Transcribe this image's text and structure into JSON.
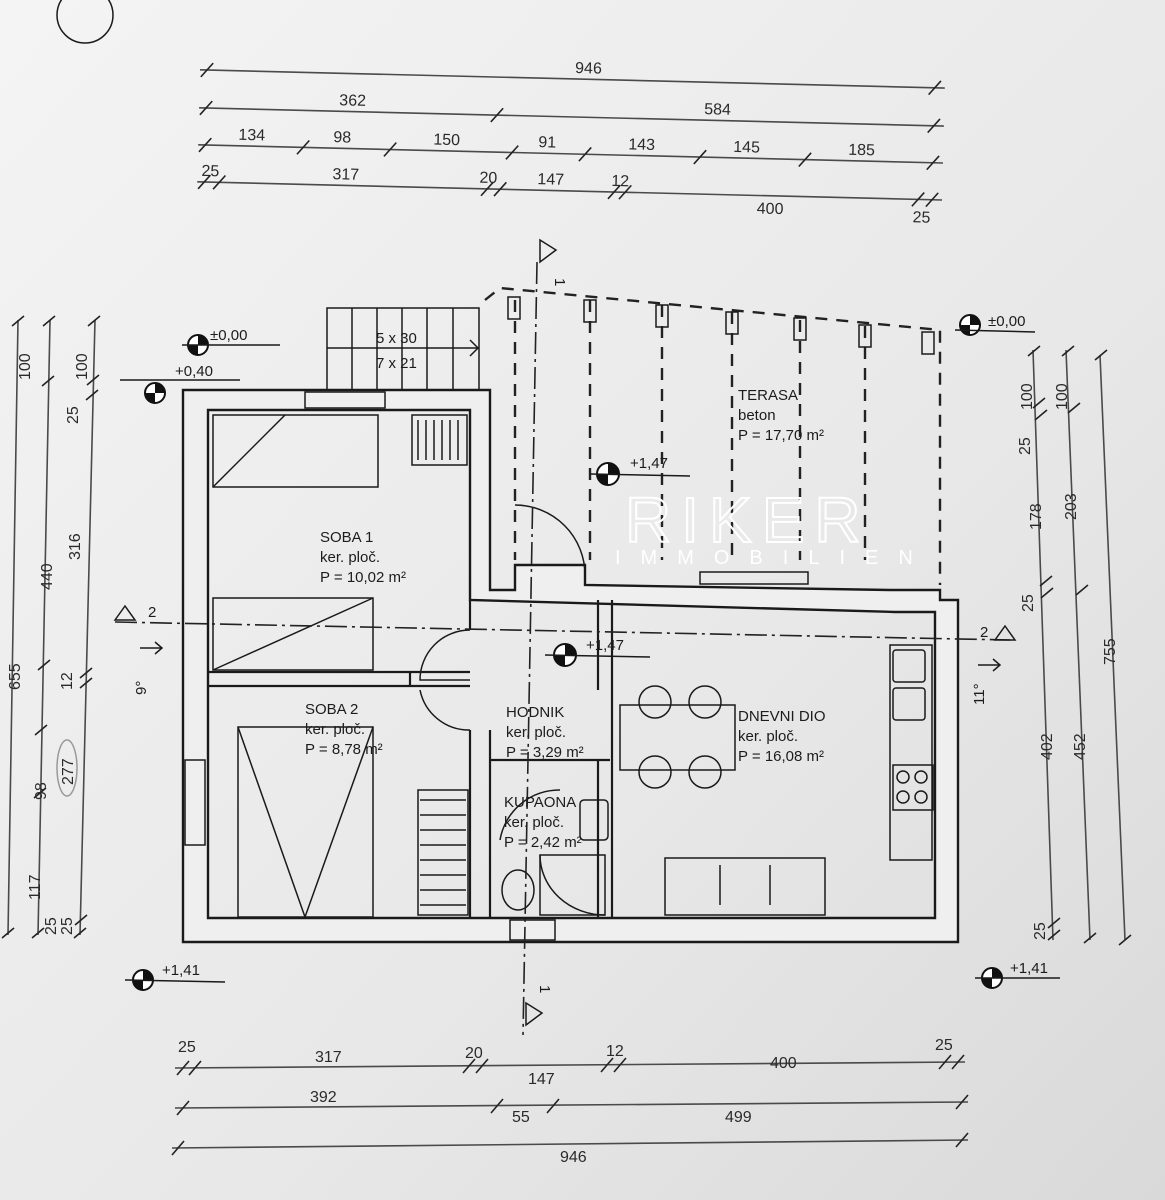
{
  "dimensions": {
    "top": {
      "overall": "946",
      "split": [
        "362",
        "584"
      ],
      "detail": [
        "134",
        "98",
        "150",
        "91",
        "143",
        "145",
        "185"
      ],
      "walls": [
        "25",
        "317",
        "20",
        "147",
        "12",
        "400",
        "25"
      ]
    },
    "bottom": {
      "walls": [
        "25",
        "317",
        "20",
        "147",
        "12",
        "400",
        "25"
      ],
      "split": [
        "392",
        "55",
        "499"
      ],
      "overall": "946"
    },
    "left": {
      "overall": "655",
      "chain_a": [
        "100",
        "440",
        "98",
        "117",
        "25"
      ],
      "chain_b": [
        "100",
        "25",
        "316",
        "12",
        "277",
        "25"
      ]
    },
    "right": {
      "chain_a": [
        "100",
        "25",
        "178",
        "25",
        "402",
        "25"
      ],
      "chain_b": [
        "100",
        "203",
        "452"
      ],
      "overall": "755"
    }
  },
  "levels": {
    "top_left": "±0,00",
    "top_right": "±0,00",
    "entry": "+0,40",
    "terrace": "+1,47",
    "hall": "+1,47",
    "bottom_left": "+1,41",
    "bottom_right": "+1,41"
  },
  "sections": {
    "section_1_top": "1",
    "section_1_bottom": "1",
    "section_2_left": "2",
    "section_2_right": "2",
    "slope_left": "9°",
    "slope_right": "11°"
  },
  "stairs": {
    "line1": "5 x 30",
    "line2": "7 x 21"
  },
  "rooms": [
    {
      "name": "SOBA 1",
      "finish": "ker. ploč.",
      "area": "P = 10,02 m²"
    },
    {
      "name": "SOBA 2",
      "finish": "ker. ploč.",
      "area": "P = 8,78 m²"
    },
    {
      "name": "HODNIK",
      "finish": "ker. ploč.",
      "area": "P = 3,29 m²"
    },
    {
      "name": "KUPAONA",
      "finish": "ker. ploč.",
      "area": "P = 2,42 m²"
    },
    {
      "name": "DNEVNI DIO",
      "finish": "ker. ploč.",
      "area": "P = 16,08 m²"
    },
    {
      "name": "TERASA",
      "finish": "beton",
      "area": "P = 17,70 m²"
    }
  ],
  "watermark": {
    "brand": "RIKER",
    "sub": "IMMOBILIEN"
  }
}
